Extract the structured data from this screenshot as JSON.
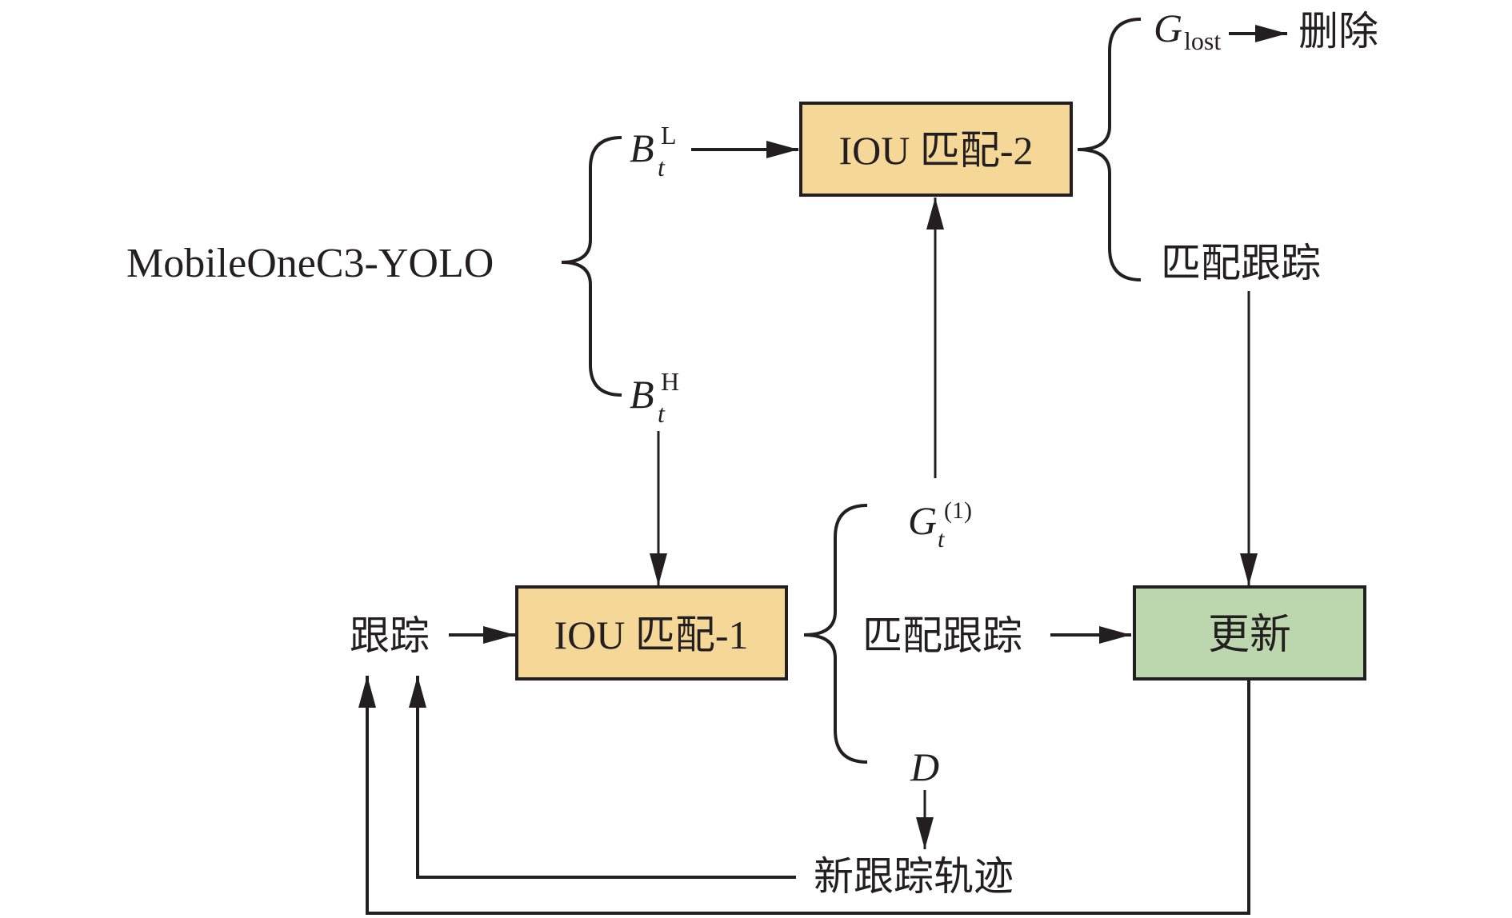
{
  "diagram": {
    "title": "",
    "colors": {
      "stroke": "#231f20",
      "match_box_fill": "#f5d797",
      "update_box_fill": "#bcd7ae",
      "background": "#ffffff"
    },
    "detector": {
      "label": "MobileOneC3-YOLO"
    },
    "detections_low": {
      "base": "B",
      "sub": "t",
      "sup": "L"
    },
    "detections_high": {
      "base": "B",
      "sub": "t",
      "sup": "H"
    },
    "match2": {
      "label": "IOU 匹配-2"
    },
    "match1": {
      "label": "IOU 匹配-1"
    },
    "tracks": {
      "label": "跟踪"
    },
    "unmatched_tracks": {
      "base": "G",
      "sub": "t",
      "sup": "(1)"
    },
    "matched_tracks_1": {
      "label": "匹配跟踪"
    },
    "unmatched_dets": {
      "label": "D"
    },
    "new_tracks": {
      "label": "新跟踪轨迹"
    },
    "update": {
      "label": "更新"
    },
    "lost": {
      "base": "G",
      "sub": "lost"
    },
    "delete": {
      "label": "删除"
    },
    "matched_tracks_2": {
      "label": "匹配跟踪"
    }
  }
}
